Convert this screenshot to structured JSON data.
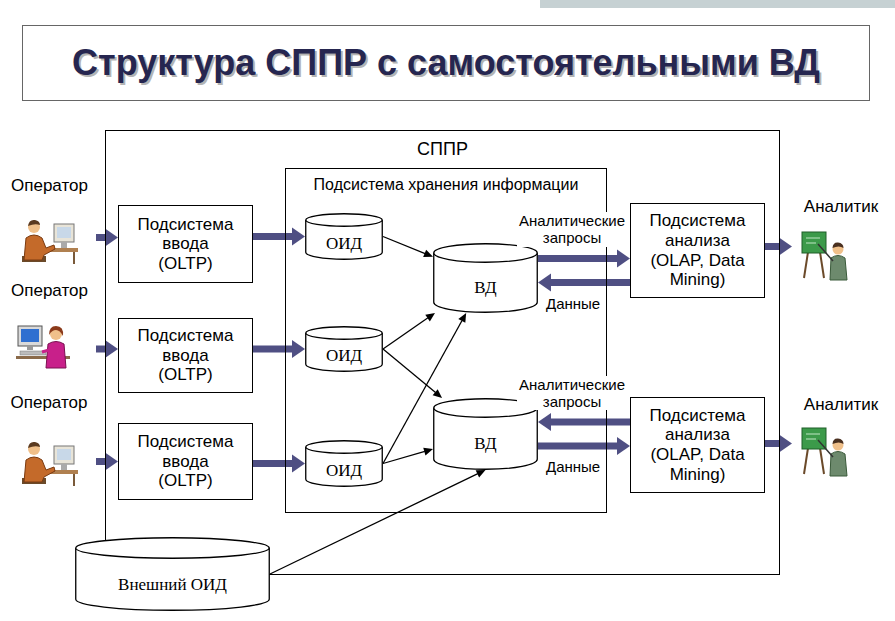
{
  "diagram": {
    "title": "Структура СППР с самостоятельными ВД",
    "nodes": [
      {
        "text": [
          "Оператор"
        ]
      },
      {
        "text": [
          "Оператор"
        ]
      },
      {
        "text": [
          "Оператор"
        ]
      },
      {
        "text": [
          "СППР"
        ]
      },
      {
        "text": [
          "Подсистема хранения информации"
        ],
        "in": 3
      },
      {
        "text": [
          "Подсистема ввода (OLTP)"
        ],
        "in": 3
      },
      {
        "text": [
          "Подсистема ввода (OLTP)"
        ],
        "in": 3
      },
      {
        "text": [
          "Подсистема ввода (OLTP)"
        ],
        "in": 3
      },
      {
        "text": [
          "ОИД"
        ],
        "in": 4
      },
      {
        "text": [
          "ОИД"
        ],
        "in": 4
      },
      {
        "text": [
          "ОИД"
        ],
        "in": 4
      },
      {
        "text": [
          "ВД"
        ],
        "in": 4
      },
      {
        "text": [
          "ВД"
        ],
        "in": 4
      },
      {
        "text": [
          "Подсистема анализа (OLAP, Data Mining)"
        ],
        "in": 3
      },
      {
        "text": [
          "Подсистема анализа (OLAP, Data Mining)"
        ],
        "in": 3
      },
      {
        "text": [
          "Аналитик"
        ]
      },
      {
        "text": [
          "Аналитик"
        ]
      },
      {
        "text": [
          "Внешний ОИД"
        ]
      }
    ],
    "edges": [
      {
        "from": 0,
        "to": 5,
        "arrow": "to"
      },
      {
        "from": 1,
        "to": 6,
        "arrow": "to"
      },
      {
        "from": 2,
        "to": 7,
        "arrow": "to"
      },
      {
        "from": 5,
        "to": 8,
        "arrow": "to"
      },
      {
        "from": 6,
        "to": 9,
        "arrow": "to"
      },
      {
        "from": 7,
        "to": 10,
        "arrow": "to"
      },
      {
        "from": 8,
        "to": 11,
        "arrow": "to"
      },
      {
        "from": 9,
        "to": 11,
        "arrow": "to"
      },
      {
        "from": 9,
        "to": 12,
        "arrow": "to"
      },
      {
        "from": 10,
        "to": 11,
        "arrow": "to"
      },
      {
        "from": 10,
        "to": 12,
        "arrow": "to"
      },
      {
        "from": 17,
        "to": 12,
        "arrow": "to"
      },
      {
        "from": 11,
        "to": 13,
        "label": "Аналитические запросы",
        "arrow": "to"
      },
      {
        "from": 13,
        "to": 11,
        "label": "Данные",
        "arrow": "to"
      },
      {
        "from": 14,
        "to": 12,
        "label": "Аналитические запросы",
        "arrow": "to"
      },
      {
        "from": 12,
        "to": 14,
        "label": "Данные",
        "arrow": "to"
      },
      {
        "from": 13,
        "to": 15,
        "arrow": "to"
      },
      {
        "from": 14,
        "to": 16,
        "arrow": "to"
      }
    ]
  }
}
